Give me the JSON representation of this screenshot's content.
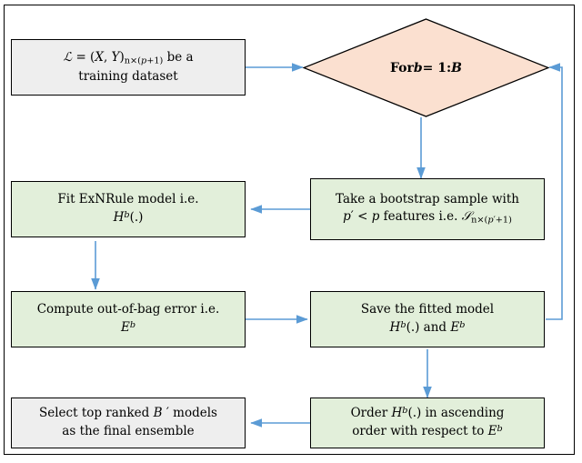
{
  "diagram": {
    "title": "ExNRule ensemble flowchart",
    "colors": {
      "node_grey_fill": "#eeeeee",
      "node_green_fill": "#e2efda",
      "diamond_fill": "#fbe0d0",
      "border": "#000000",
      "arrow": "#5b9bd5"
    },
    "nodes": [
      {
        "id": "dataset",
        "name": "training-dataset-node",
        "style": "grey",
        "lines": [
          "ℒ = (X, Y)n×(p+1) be a",
          "training dataset"
        ]
      },
      {
        "id": "loop",
        "name": "for-loop-decision",
        "style": "diamond",
        "lines": [
          "For b = 1: B"
        ]
      },
      {
        "id": "bootstrap",
        "name": "bootstrap-sample-node",
        "style": "green",
        "lines": [
          "Take a bootstrap sample with",
          "p′ < p features i.e. 𝒮n×(p′+1)"
        ]
      },
      {
        "id": "fit",
        "name": "fit-exnrule-model-node",
        "style": "green",
        "lines": [
          "Fit ExNRule model i.e.",
          "H b(.)"
        ]
      },
      {
        "id": "oob",
        "name": "compute-oob-error-node",
        "style": "green",
        "lines": [
          "Compute out-of-bag error i.e.",
          "E b"
        ]
      },
      {
        "id": "save",
        "name": "save-fitted-model-node",
        "style": "green",
        "lines": [
          "Save the fitted model",
          "H b(.) and E b"
        ]
      },
      {
        "id": "order",
        "name": "order-models-node",
        "style": "green",
        "lines": [
          "Order H b(.) in ascending",
          "order with respect to E b"
        ]
      },
      {
        "id": "select",
        "name": "select-top-ranked-node",
        "style": "grey",
        "lines": [
          "Select top ranked B ′ models",
          "as the final ensemble"
        ]
      }
    ],
    "edges": [
      {
        "from": "dataset",
        "to": "loop",
        "name": "edge-dataset-to-loop"
      },
      {
        "from": "loop",
        "to": "bootstrap",
        "name": "edge-loop-to-bootstrap"
      },
      {
        "from": "bootstrap",
        "to": "fit",
        "name": "edge-bootstrap-to-fit"
      },
      {
        "from": "fit",
        "to": "oob",
        "name": "edge-fit-to-oob"
      },
      {
        "from": "oob",
        "to": "save",
        "name": "edge-oob-to-save"
      },
      {
        "from": "save",
        "to": "loop",
        "name": "edge-save-to-loop"
      },
      {
        "from": "save",
        "to": "order",
        "name": "edge-save-to-order"
      },
      {
        "from": "order",
        "to": "select",
        "name": "edge-order-to-select"
      }
    ]
  }
}
